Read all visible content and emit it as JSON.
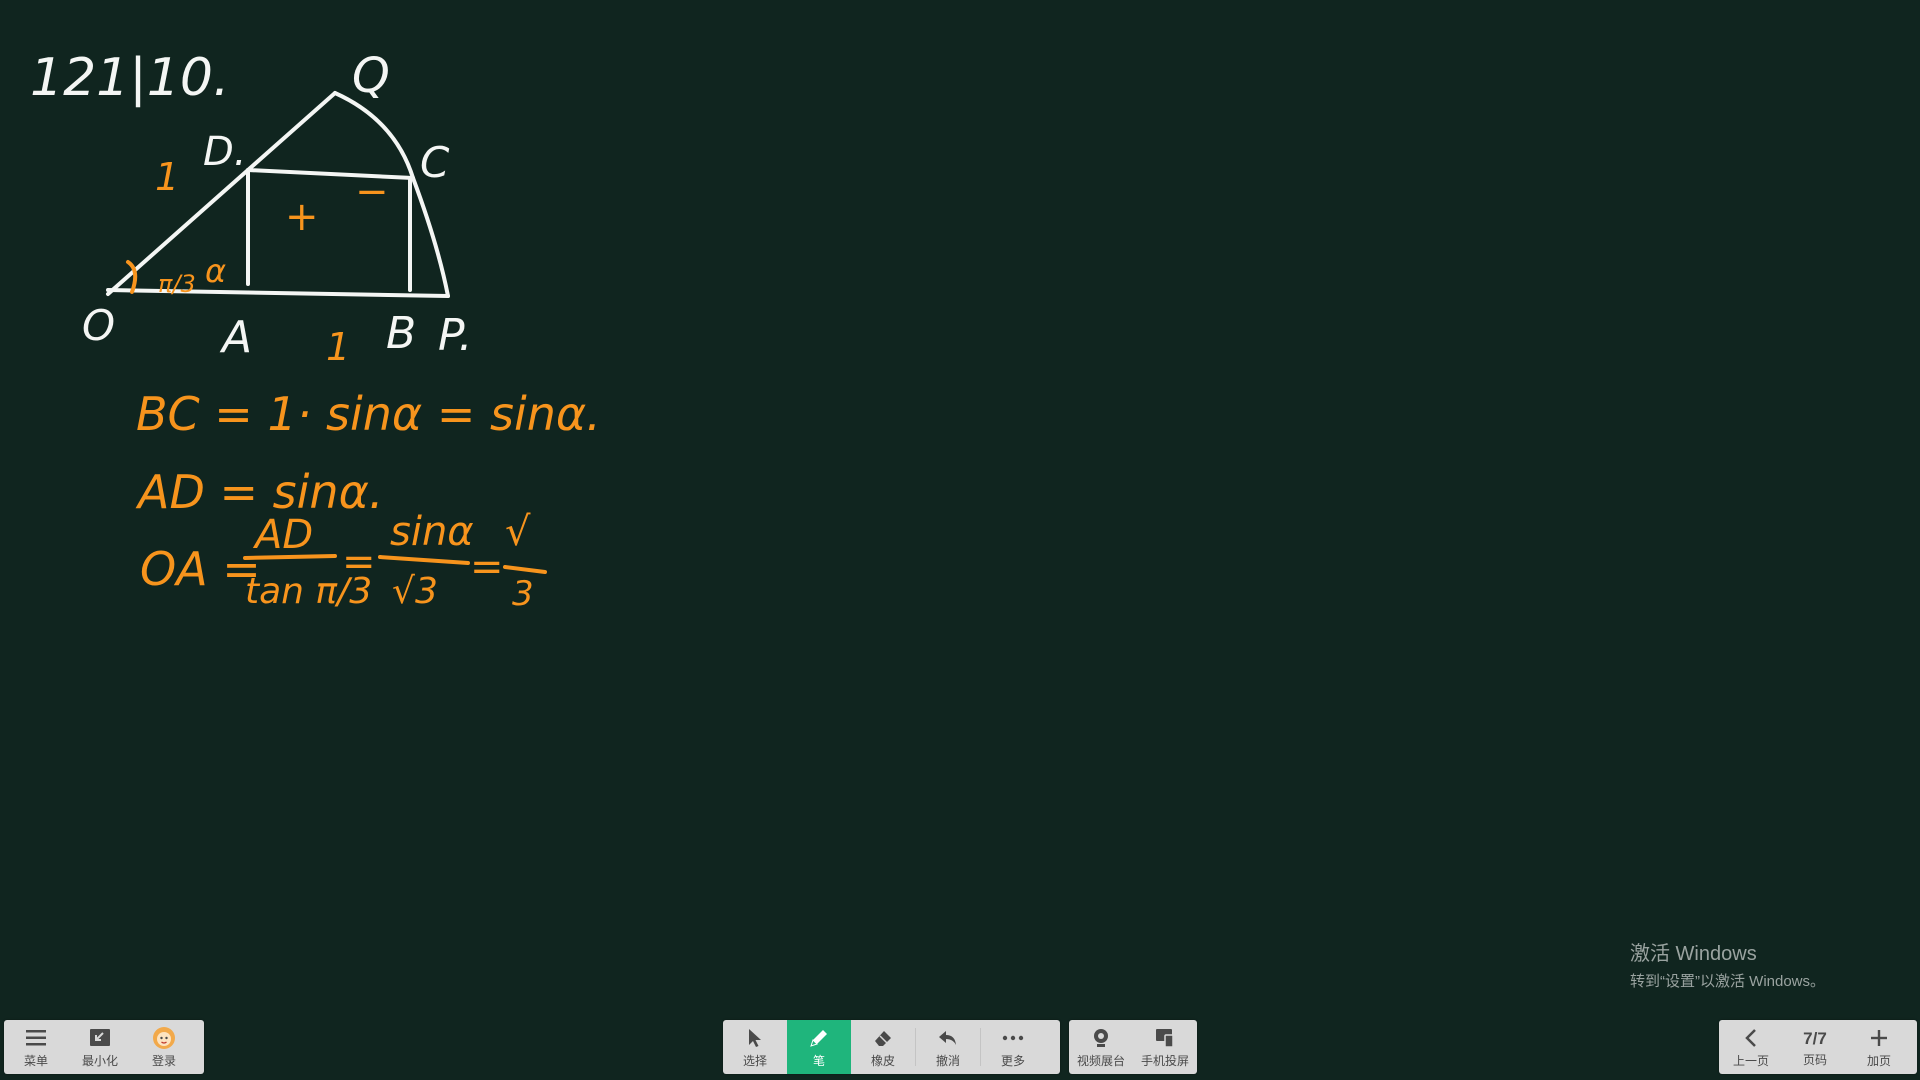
{
  "board": {
    "background_color": "#10251f",
    "ink_colors": {
      "white": "#f4f6f4",
      "orange": "#f7941d"
    },
    "handwriting": {
      "heading": "121|10.",
      "points": [
        "Q",
        "D.",
        "C",
        "O",
        "A",
        "B",
        "P."
      ],
      "figure_marks": {
        "side_od": "1",
        "side_ab": "1",
        "angle": "π/3",
        "angle_alpha": "α",
        "plus_mark": "+",
        "minus_mark": "−"
      },
      "equations": {
        "eq1": "BC = 1· sinα = sinα.",
        "eq2": "AD = sinα.",
        "eq3_lhs": "OA =",
        "eq3_num1": "AD",
        "eq3_den1": "tan π/3",
        "eq3_eq": "=",
        "eq3_num2": "sinα",
        "eq3_den2": "√3",
        "eq3_eq2": "=",
        "eq3_num3": "√",
        "eq3_den3": "3"
      }
    }
  },
  "left_toolbar": {
    "items": [
      {
        "label": "菜单",
        "icon": "menu-icon"
      },
      {
        "label": "最小化",
        "icon": "minimize-icon"
      },
      {
        "label": "登录",
        "icon": "avatar-icon"
      }
    ]
  },
  "center_toolbar": {
    "tools": [
      {
        "label": "选择",
        "icon": "cursor-icon"
      },
      {
        "label": "笔",
        "icon": "pen-icon",
        "active": true
      },
      {
        "label": "橡皮",
        "icon": "eraser-icon"
      },
      {
        "label": "撤消",
        "icon": "undo-icon"
      },
      {
        "label": "更多",
        "icon": "more-icon"
      }
    ],
    "extras": [
      {
        "label": "视频展台",
        "icon": "camera-icon"
      },
      {
        "label": "手机投屏",
        "icon": "phone-cast-icon"
      }
    ],
    "active_color": "#1fb57c"
  },
  "right_toolbar": {
    "prev_label": "上一页",
    "page_indicator": "7/7",
    "page_label": "页码",
    "add_label": "加页"
  },
  "watermark": {
    "title": "激活 Windows",
    "subtitle": "转到“设置”以激活 Windows。"
  }
}
